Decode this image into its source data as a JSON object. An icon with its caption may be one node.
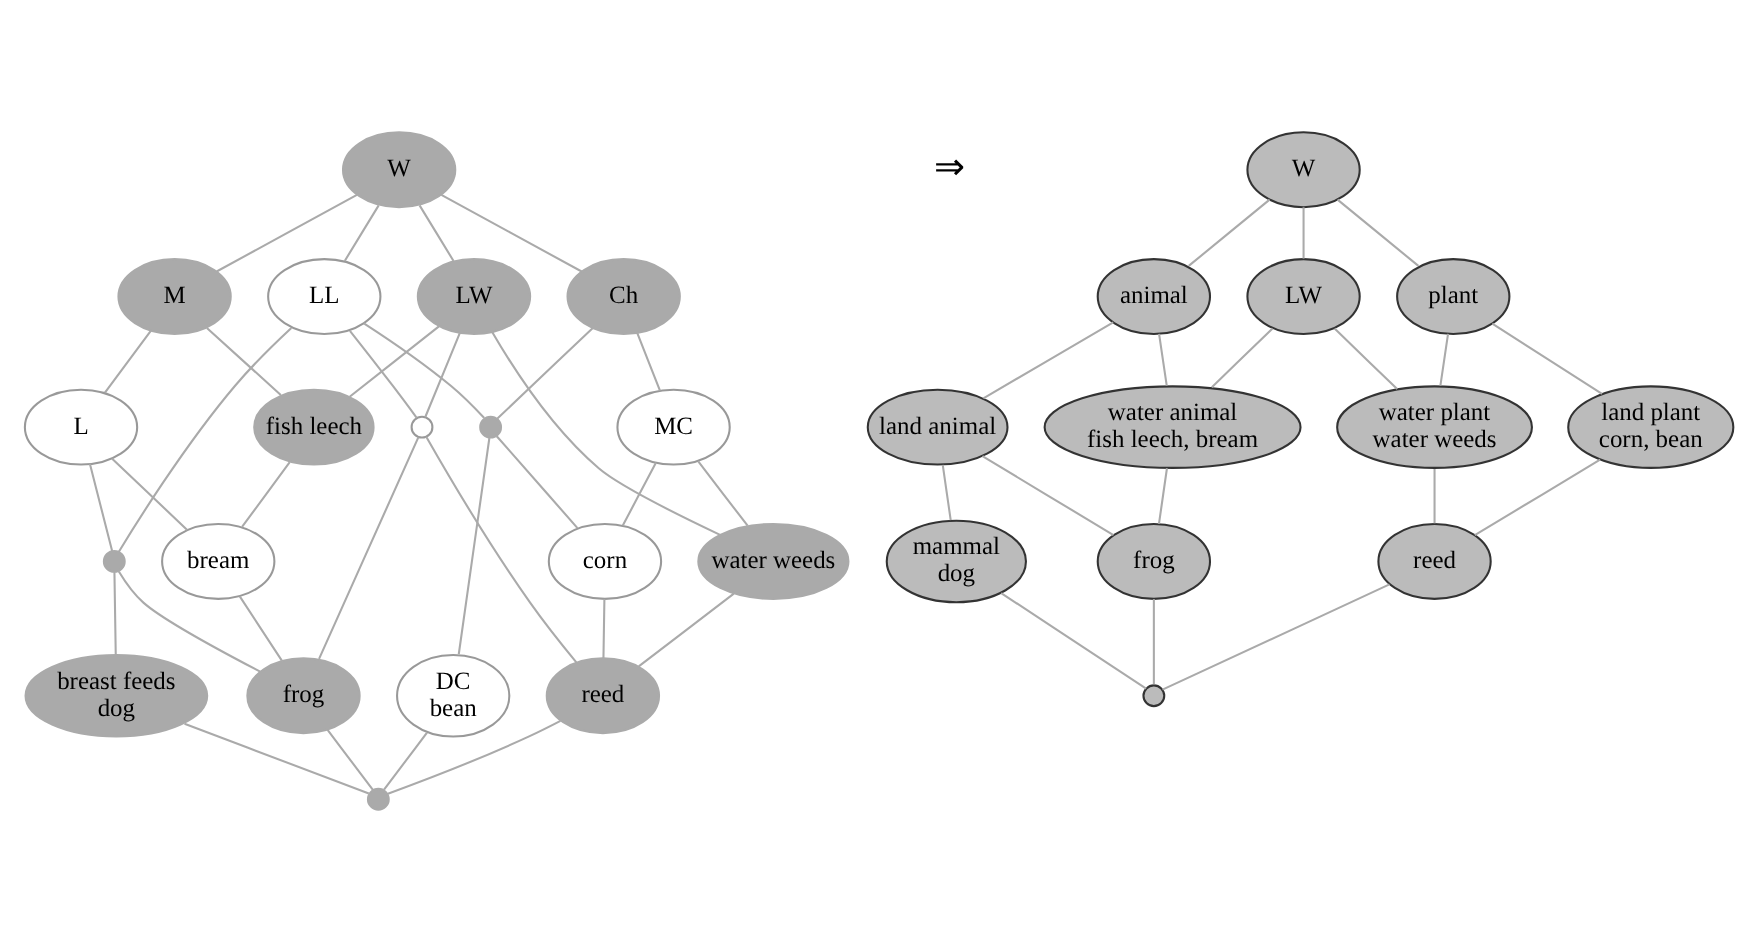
{
  "diagram": {
    "nodes": [
      {
        "text": [
          "W"
        ]
      },
      {
        "text": [
          "LL"
        ]
      },
      {
        "text": [
          "M"
        ]
      },
      {
        "text": [
          "LW"
        ]
      },
      {
        "text": [
          "Ch"
        ]
      },
      {
        "text": [
          "L"
        ]
      },
      {
        "text": [
          "MC"
        ]
      },
      {
        "text": [],
        "shape": "circle"
      },
      {
        "text": [],
        "shape": "circle"
      },
      {
        "text": [
          "fish leech"
        ]
      },
      {
        "text": [],
        "shape": "circle"
      },
      {
        "text": [
          "water weeds"
        ]
      },
      {
        "text": [
          "corn"
        ]
      },
      {
        "text": [
          "DC",
          "bean"
        ]
      },
      {
        "text": [
          "breast feeds",
          "dog"
        ]
      },
      {
        "text": [
          "bream"
        ]
      },
      {
        "text": [
          "frog"
        ]
      },
      {
        "text": [
          "reed"
        ]
      },
      {
        "text": [],
        "shape": "circle"
      },
      {
        "text": [
          "W"
        ]
      },
      {
        "text": [
          "animal"
        ]
      },
      {
        "text": [
          "LW"
        ]
      },
      {
        "text": [
          "plant"
        ]
      },
      {
        "text": [
          "land plant",
          "corn, bean"
        ]
      },
      {
        "text": [
          "land animal"
        ]
      },
      {
        "text": [
          "water animal",
          "fish leech, bream"
        ]
      },
      {
        "text": [
          "water plant",
          "water weeds"
        ]
      },
      {
        "text": [
          "mammal",
          "dog"
        ]
      },
      {
        "text": [
          "frog"
        ]
      },
      {
        "text": [
          "reed"
        ]
      },
      {
        "text": [],
        "shape": "circle"
      }
    ],
    "edges": [
      {
        "from": 0,
        "to": 2,
        "arrow": "none"
      },
      {
        "from": 0,
        "to": 3,
        "arrow": "none"
      },
      {
        "from": 0,
        "to": 1,
        "arrow": "none"
      },
      {
        "from": 0,
        "to": 4,
        "arrow": "none"
      },
      {
        "from": 1,
        "to": 8,
        "arrow": "none"
      },
      {
        "from": 1,
        "to": 10,
        "arrow": "none"
      },
      {
        "from": 1,
        "to": 7,
        "arrow": "none"
      },
      {
        "from": 2,
        "to": 5,
        "arrow": "none"
      },
      {
        "from": 2,
        "to": 9,
        "arrow": "none"
      },
      {
        "from": 5,
        "to": 8,
        "arrow": "none"
      },
      {
        "from": 5,
        "to": 15,
        "arrow": "none"
      },
      {
        "from": 3,
        "to": 9,
        "arrow": "none"
      },
      {
        "from": 3,
        "to": 10,
        "arrow": "none"
      },
      {
        "from": 3,
        "to": 11,
        "arrow": "none"
      },
      {
        "from": 4,
        "to": 6,
        "arrow": "none"
      },
      {
        "from": 4,
        "to": 7,
        "arrow": "none"
      },
      {
        "from": 6,
        "to": 11,
        "arrow": "none"
      },
      {
        "from": 6,
        "to": 12,
        "arrow": "none"
      },
      {
        "from": 7,
        "to": 12,
        "arrow": "none"
      },
      {
        "from": 7,
        "to": 13,
        "arrow": "none"
      },
      {
        "from": 8,
        "to": 14,
        "arrow": "none"
      },
      {
        "from": 8,
        "to": 16,
        "arrow": "none"
      },
      {
        "from": 9,
        "to": 15,
        "arrow": "none"
      },
      {
        "from": 10,
        "to": 16,
        "arrow": "none"
      },
      {
        "from": 10,
        "to": 17,
        "arrow": "none"
      },
      {
        "from": 11,
        "to": 17,
        "arrow": "none"
      },
      {
        "from": 12,
        "to": 17,
        "arrow": "none"
      },
      {
        "from": 15,
        "to": 16,
        "arrow": "none"
      },
      {
        "from": 14,
        "to": 18,
        "arrow": "none"
      },
      {
        "from": 16,
        "to": 18,
        "arrow": "none"
      },
      {
        "from": 17,
        "to": 18,
        "arrow": "none"
      },
      {
        "from": 13,
        "to": 18,
        "arrow": "none"
      },
      {
        "from": 19,
        "to": 20,
        "arrow": "none"
      },
      {
        "from": 19,
        "to": 21,
        "arrow": "none"
      },
      {
        "from": 19,
        "to": 22,
        "arrow": "none"
      },
      {
        "from": 20,
        "to": 24,
        "arrow": "none"
      },
      {
        "from": 20,
        "to": 25,
        "arrow": "none"
      },
      {
        "from": 21,
        "to": 25,
        "arrow": "none"
      },
      {
        "from": 21,
        "to": 26,
        "arrow": "none"
      },
      {
        "from": 22,
        "to": 23,
        "arrow": "none"
      },
      {
        "from": 22,
        "to": 26,
        "arrow": "none"
      },
      {
        "from": 23,
        "to": 29,
        "arrow": "none"
      },
      {
        "from": 24,
        "to": 27,
        "arrow": "none"
      },
      {
        "from": 24,
        "to": 28,
        "arrow": "none"
      },
      {
        "from": 25,
        "to": 28,
        "arrow": "none"
      },
      {
        "from": 26,
        "to": 29,
        "arrow": "none"
      },
      {
        "from": 27,
        "to": 30,
        "arrow": "none"
      },
      {
        "from": 28,
        "to": 30,
        "arrow": "none"
      },
      {
        "from": 29,
        "to": 30,
        "arrow": "none"
      }
    ],
    "labels": [
      "⇒"
    ]
  }
}
